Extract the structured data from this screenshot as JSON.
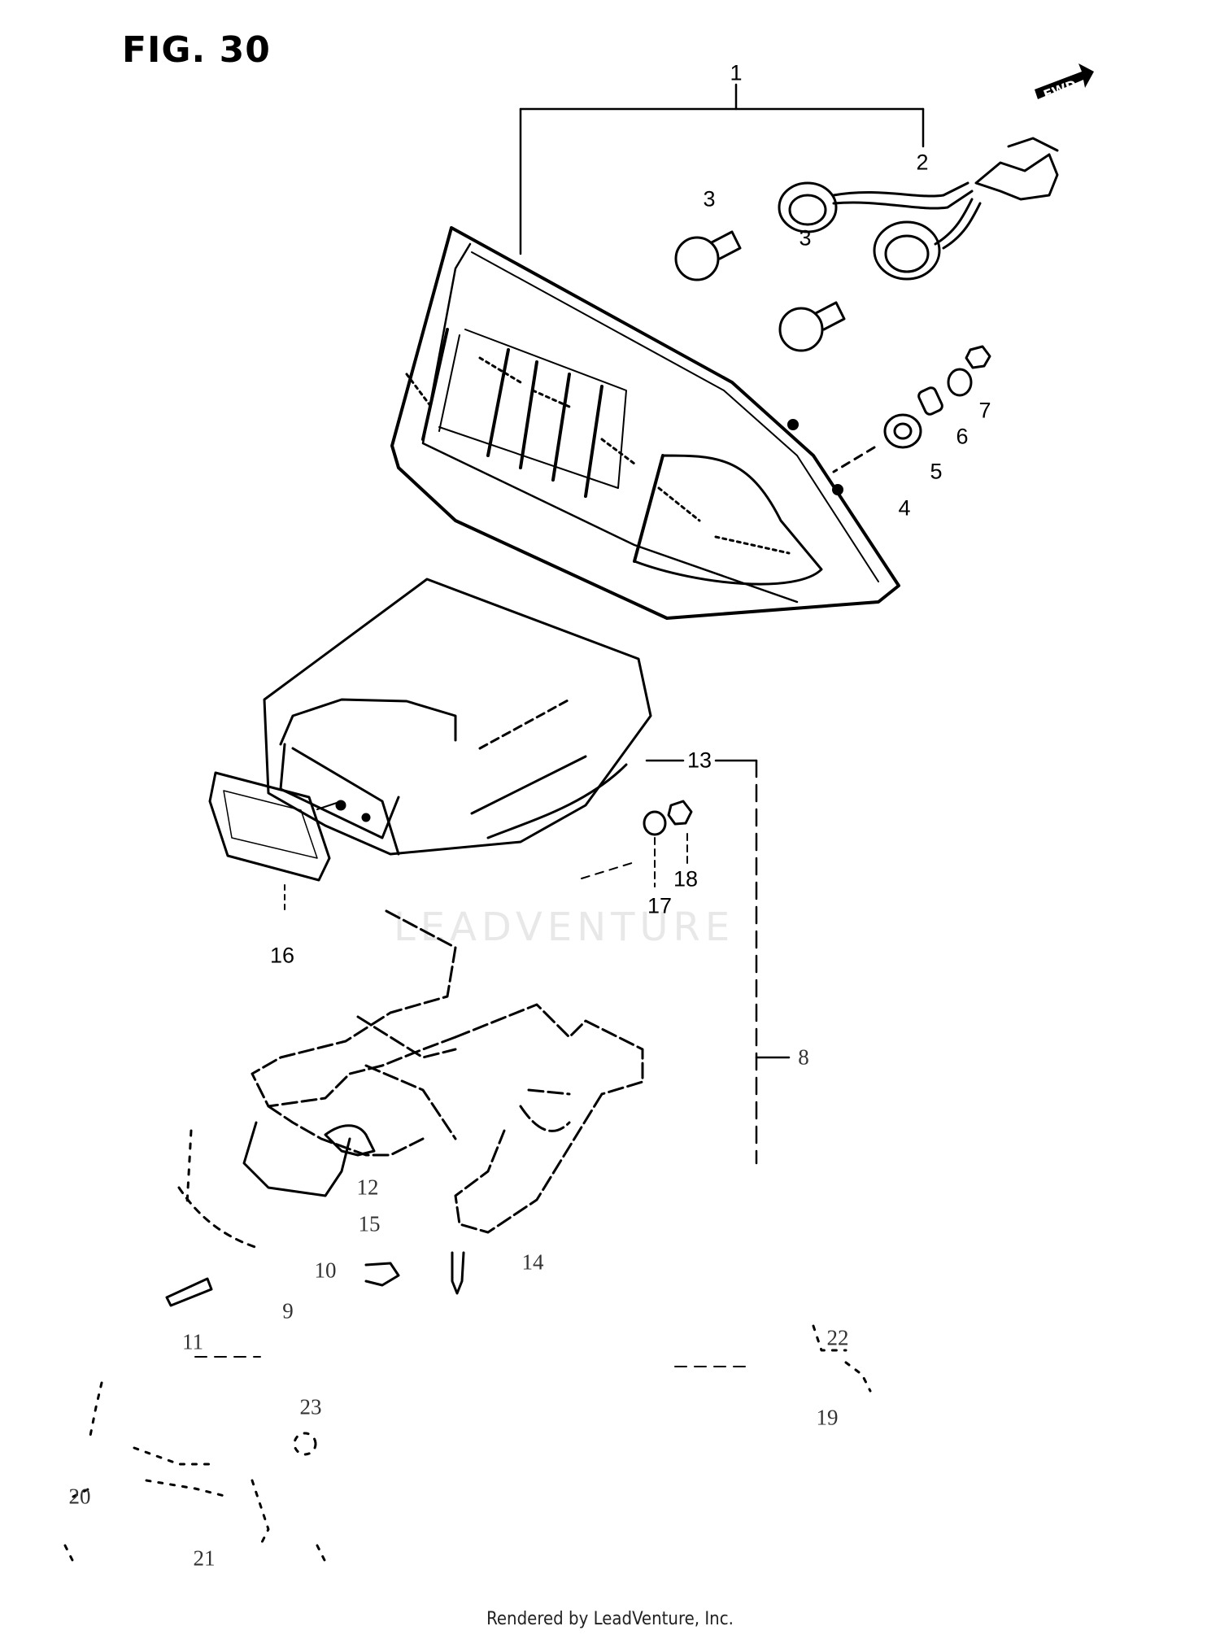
{
  "figure": {
    "title": "FIG. 30",
    "fwd_label": "FWD",
    "watermark": "LEADVENTURE",
    "footer": "Rendered by LeadVenture, Inc."
  },
  "callouts": [
    {
      "id": "1",
      "text": "1"
    },
    {
      "id": "2",
      "text": "2"
    },
    {
      "id": "3a",
      "text": "3"
    },
    {
      "id": "3b",
      "text": "3"
    },
    {
      "id": "4",
      "text": "4"
    },
    {
      "id": "5",
      "text": "5"
    },
    {
      "id": "6",
      "text": "6"
    },
    {
      "id": "7",
      "text": "7"
    },
    {
      "id": "8",
      "text": "8"
    },
    {
      "id": "9",
      "text": "9"
    },
    {
      "id": "10",
      "text": "10"
    },
    {
      "id": "11",
      "text": "11"
    },
    {
      "id": "12",
      "text": "12"
    },
    {
      "id": "13",
      "text": "13"
    },
    {
      "id": "14",
      "text": "14"
    },
    {
      "id": "15",
      "text": "15"
    },
    {
      "id": "16",
      "text": "16"
    },
    {
      "id": "17",
      "text": "17"
    },
    {
      "id": "18",
      "text": "18"
    },
    {
      "id": "19",
      "text": "19"
    },
    {
      "id": "20",
      "text": "20"
    },
    {
      "id": "21",
      "text": "21"
    },
    {
      "id": "22",
      "text": "22"
    },
    {
      "id": "23",
      "text": "23"
    }
  ]
}
